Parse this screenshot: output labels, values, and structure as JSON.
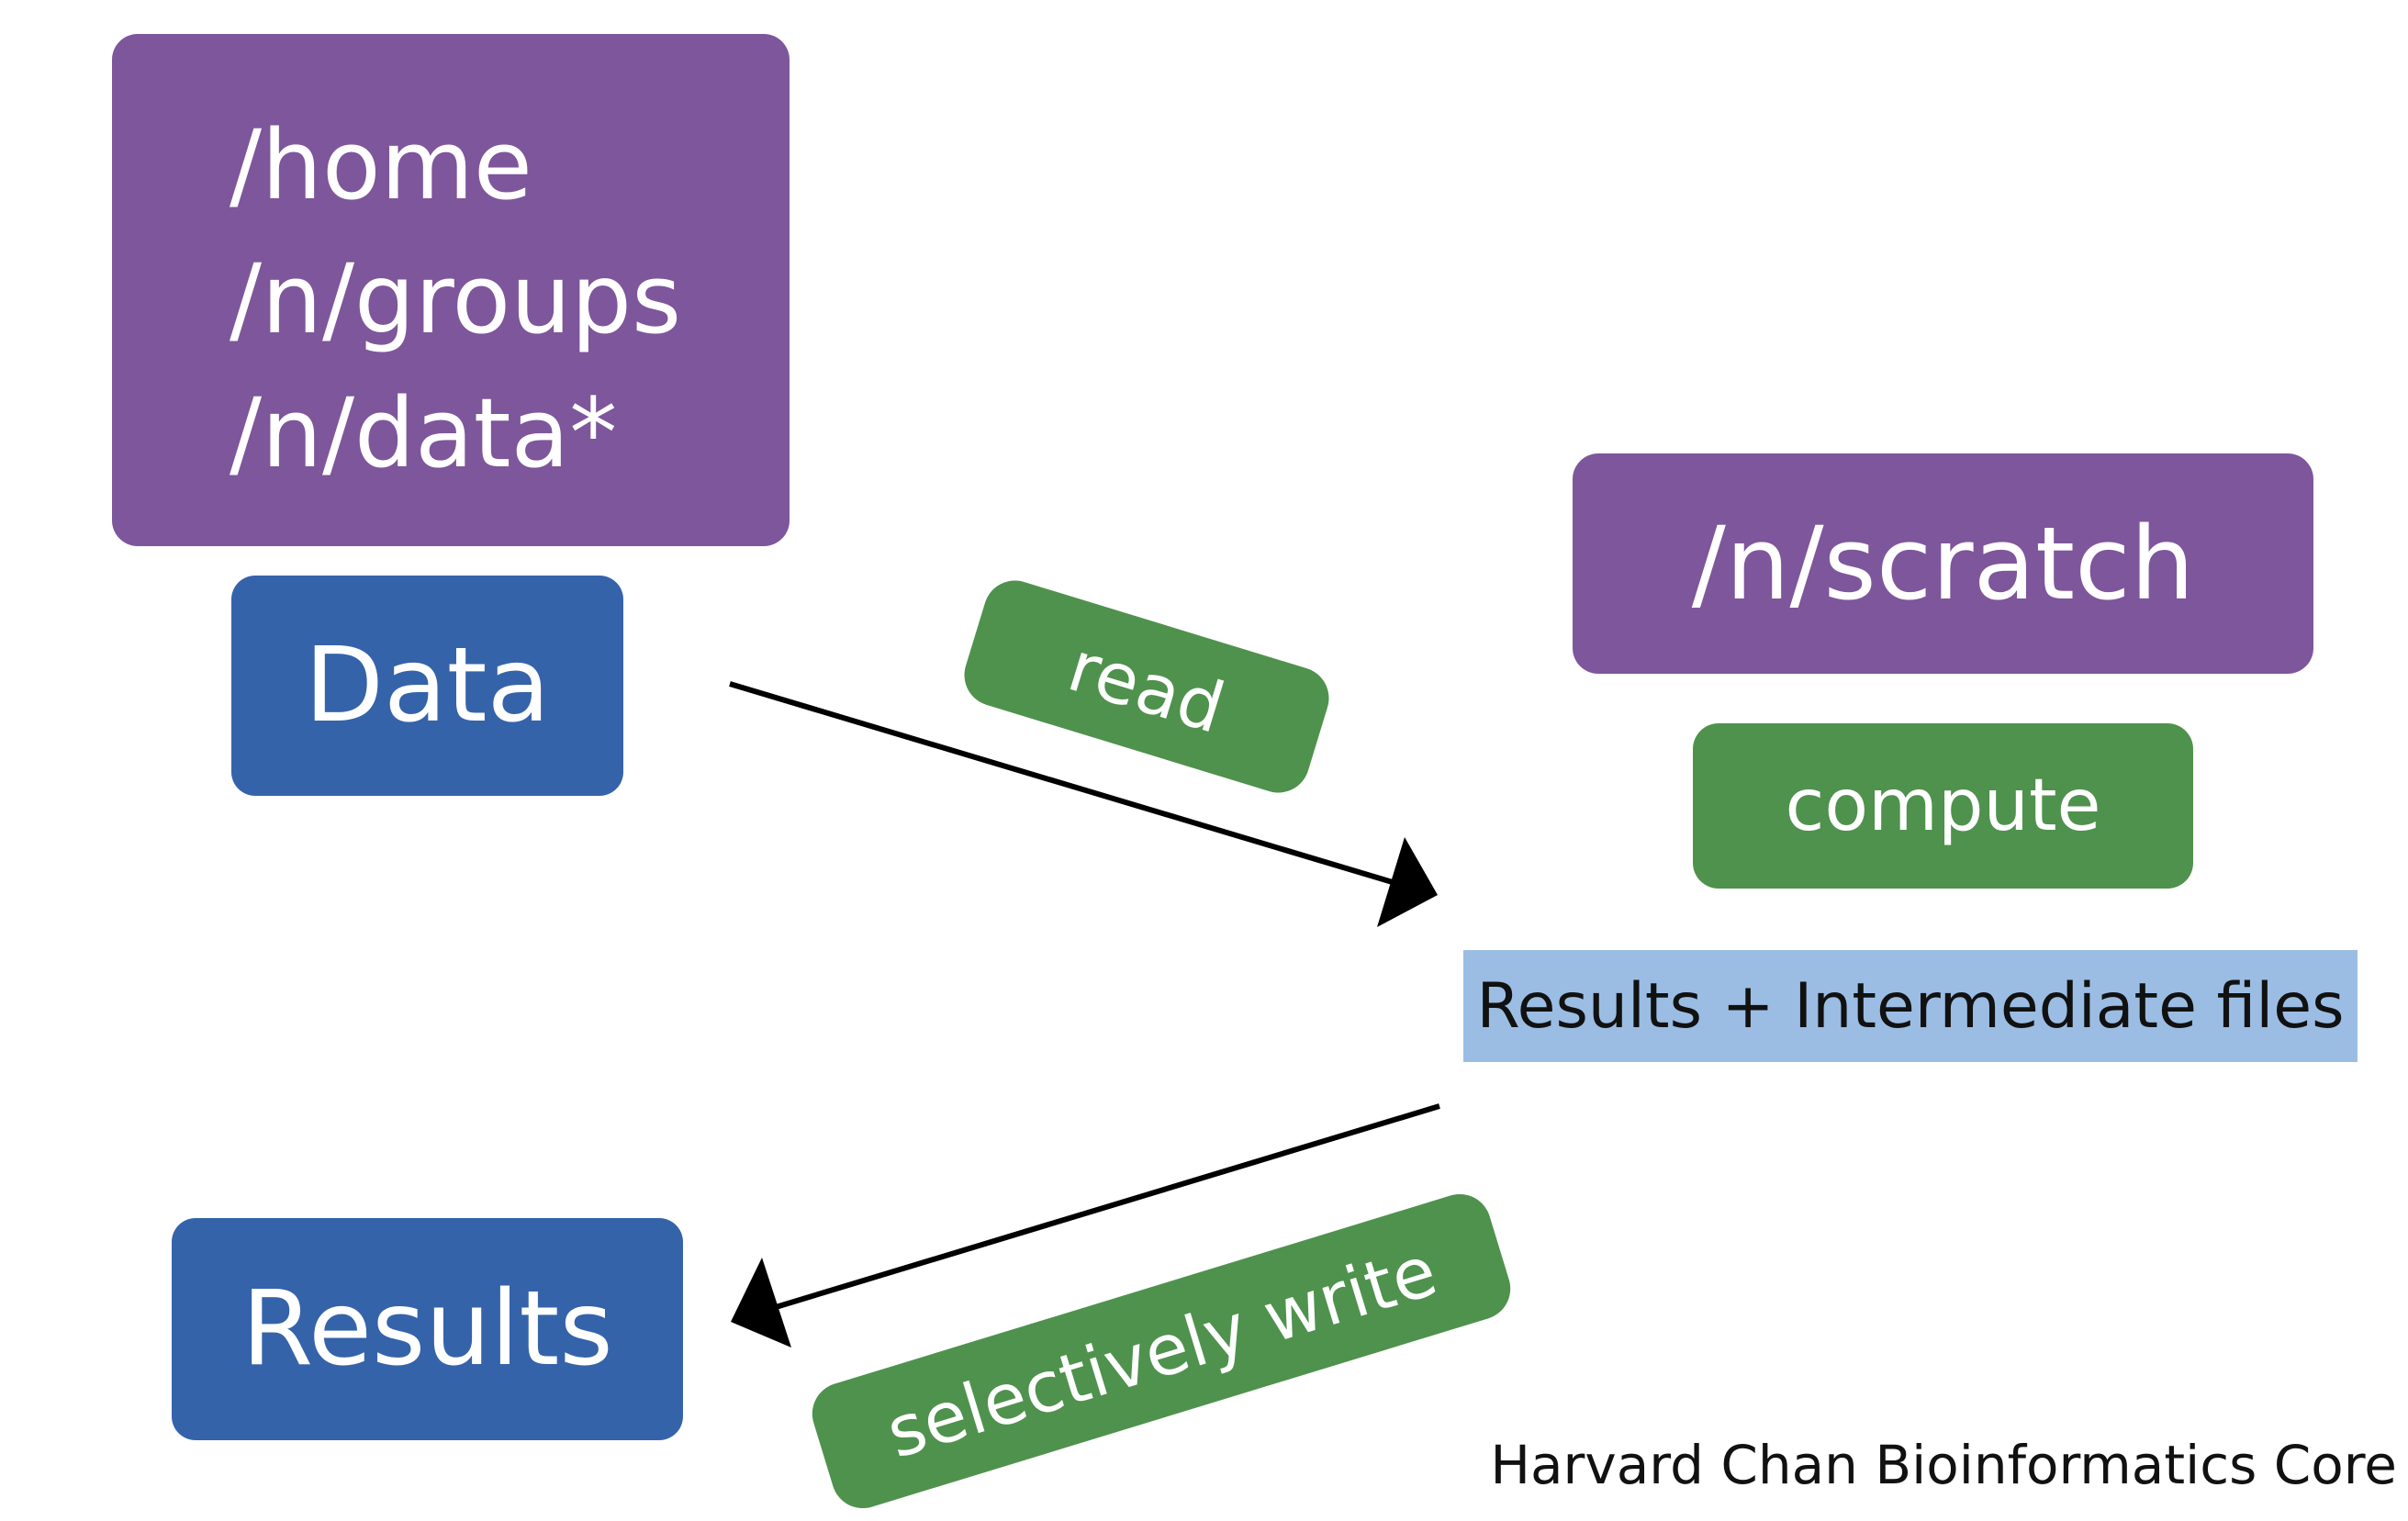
{
  "colors": {
    "storage": "#7e569b",
    "data_blocks": "#3563aa",
    "actions": "#4f924d",
    "results_files": "#9bbde3",
    "arrow": "#000000",
    "text_light": "#ffffff",
    "text_dark": "#111111"
  },
  "storage": {
    "paths": [
      "/home",
      "/n/groups",
      "/n/data*"
    ]
  },
  "data_label": "Data",
  "scratch_label": "/n/scratch",
  "compute_label": "compute",
  "results_files_label": "Results + Intermediate files",
  "results_label": "Results",
  "read_label": "read",
  "write_label": "selectively write",
  "credit": "Harvard Chan Bioinformatics Core"
}
